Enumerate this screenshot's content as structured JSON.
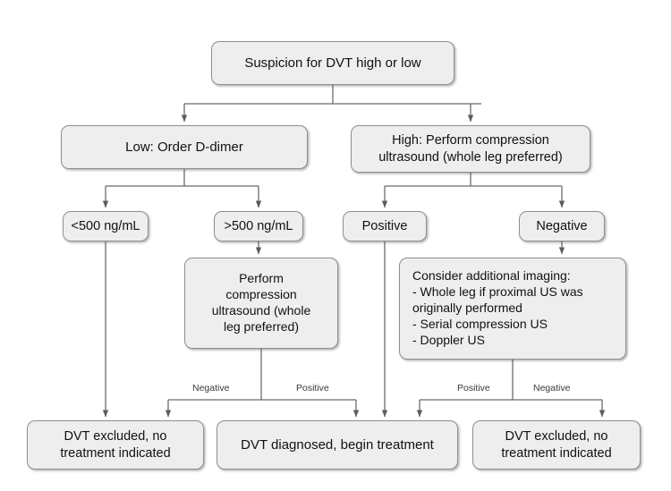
{
  "diagram": {
    "title": "DVT diagnostic algorithm flowchart",
    "colors": {
      "node_fill": "#eeeeee",
      "node_border": "#8f8f8f",
      "edge_stroke": "#6b6b6b",
      "text": "#111111",
      "background": "#ffffff"
    },
    "nodes": {
      "root": "Suspicion for DVT high or low",
      "low_branch": "Low: Order D-dimer",
      "high_branch": "High: Perform compression\nultrasound (whole leg preferred)",
      "ddimer_low": "<500 ng/mL",
      "ddimer_high": ">500 ng/mL",
      "us_positive": "Positive",
      "us_negative": "Negative",
      "compression_us": "Perform\ncompression\nultrasound (whole\nleg preferred)",
      "consider_imaging": "Consider additional imaging:\n  -  Whole leg if proximal US was\n      originally performed\n  -  Serial compression US\n  -  Doppler US",
      "excluded_left": "DVT excluded, no\ntreatment indicated",
      "diagnosed": "DVT diagnosed, begin treatment",
      "excluded_right": "DVT excluded, no\ntreatment indicated"
    },
    "edge_labels": {
      "cus_negative": "Negative",
      "cus_positive": "Positive",
      "imaging_positive": "Positive",
      "imaging_negative": "Negative"
    }
  }
}
